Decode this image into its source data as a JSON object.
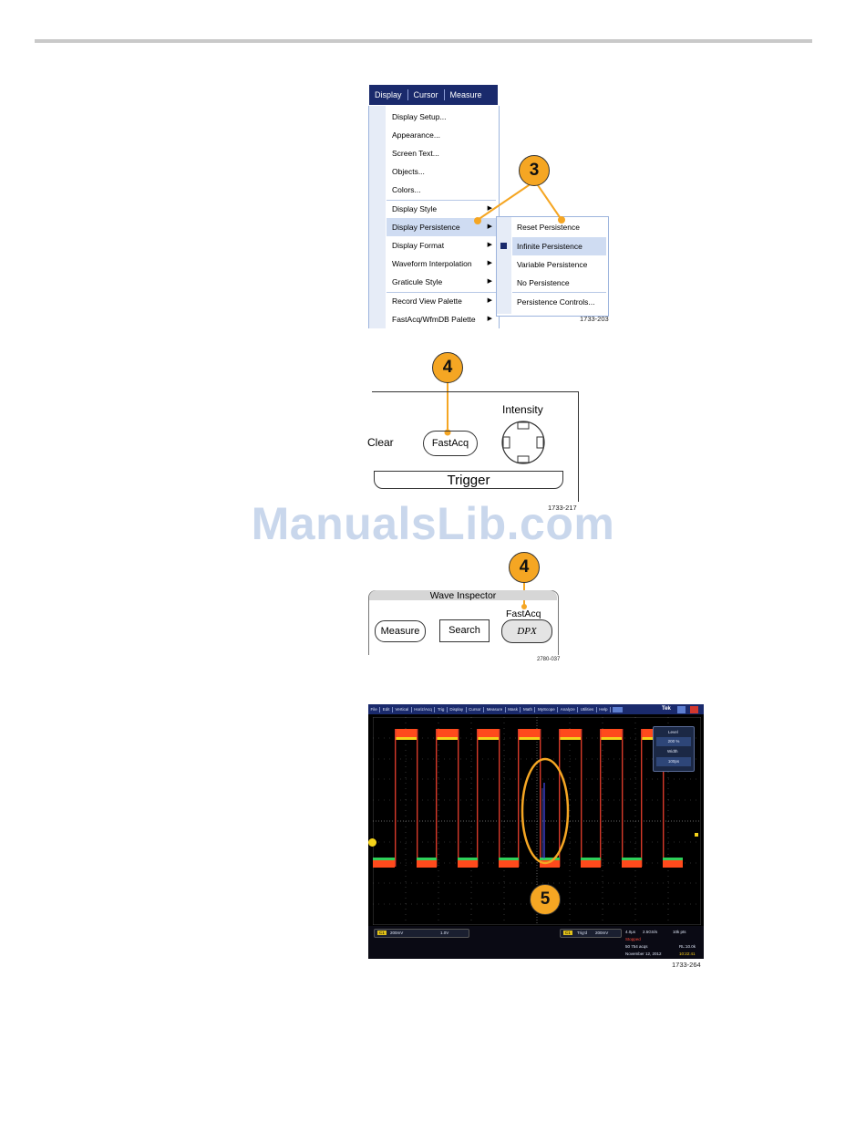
{
  "menu": {
    "bar_items": [
      "Display",
      "Cursor",
      "Measure"
    ],
    "items": [
      {
        "label": "Display Setup..."
      },
      {
        "label": "Appearance..."
      },
      {
        "label": "Screen Text..."
      },
      {
        "label": "Objects..."
      },
      {
        "label": "Colors..."
      },
      {
        "label": "Display Style"
      },
      {
        "label": "Display Persistence"
      },
      {
        "label": "Display Format"
      },
      {
        "label": "Waveform Interpolation"
      },
      {
        "label": "Graticule Style"
      },
      {
        "label": "Record View Palette"
      },
      {
        "label": "FastAcq/WfmDB Palette"
      }
    ],
    "highlighted_item": "Display Persistence",
    "submenu": [
      "Reset Persistence",
      "Infinite Persistence",
      "Variable Persistence",
      "No Persistence",
      "Persistence Controls..."
    ],
    "submenu_checked": "Infinite Persistence",
    "figure_id": "1733-203"
  },
  "callouts": {
    "step3": "3",
    "step4a": "4",
    "step4b": "4",
    "step5": "5"
  },
  "front_panel": {
    "clear_label": "Clear",
    "fastacq_label": "FastAcq",
    "intensity_label": "Intensity",
    "trigger_label": "Trigger",
    "figure_id": "1733-217"
  },
  "watermark": "ManualsLib.com",
  "wave_inspector": {
    "title": "Wave Inspector",
    "fastacq_label": "FastAcq",
    "measure_label": "Measure",
    "search_label": "Search",
    "dpx_label": "DPX",
    "figure_id": "2780-037"
  },
  "screen": {
    "menu_items": [
      "File",
      "Edit",
      "Vertical",
      "Horiz/Acq",
      "Trig",
      "Display",
      "Cursor",
      "Measure",
      "Mask",
      "Math",
      "MyScope",
      "Analyze",
      "Utilities",
      "Help"
    ],
    "brand": "Tek",
    "palette": {
      "level_label": "Level",
      "level_value": "200 %",
      "width_label": "Width",
      "width_value": "100ps"
    },
    "ch1_label": "C1",
    "ch1_scale": "200mV",
    "ch1_extra": "1.0V",
    "trig_label": "C1",
    "trig_text": "Trig'd",
    "trig_value": "200mV",
    "timebase": "4.0μs",
    "sample": "2.5GS/s",
    "record": "10k pts",
    "run_state": "Stopped",
    "acqs": "50 754 acqs",
    "rl": "RL:10.0k",
    "date": "November 12, 2012",
    "time": "10:22:41",
    "figure_id": "1733-264"
  }
}
